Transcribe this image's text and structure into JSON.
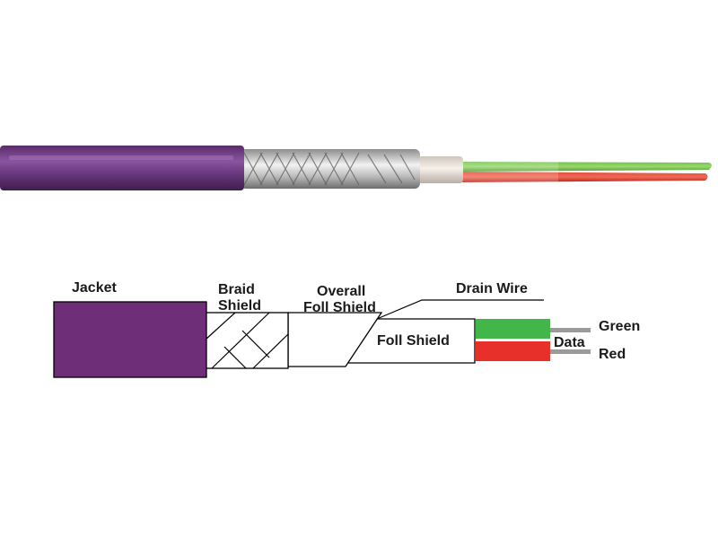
{
  "labels": {
    "jacket": "Jacket",
    "braid_line1": "Braid",
    "braid_line2": "Shield",
    "overall_line1": "Overall",
    "overall_line2": "Foll Shield",
    "drain_wire": "Drain Wire",
    "foil_shield": "Foll Shield",
    "green": "Green",
    "data": "Data",
    "red": "Red"
  },
  "colors": {
    "jacket": "#6f2f78",
    "jacket_photo": "#6b3a80",
    "green_wire": "#43b649",
    "red_wire": "#e8302a",
    "drain": "#9a9a9a",
    "foil": "#d7d7d7",
    "outline": "#000000"
  }
}
